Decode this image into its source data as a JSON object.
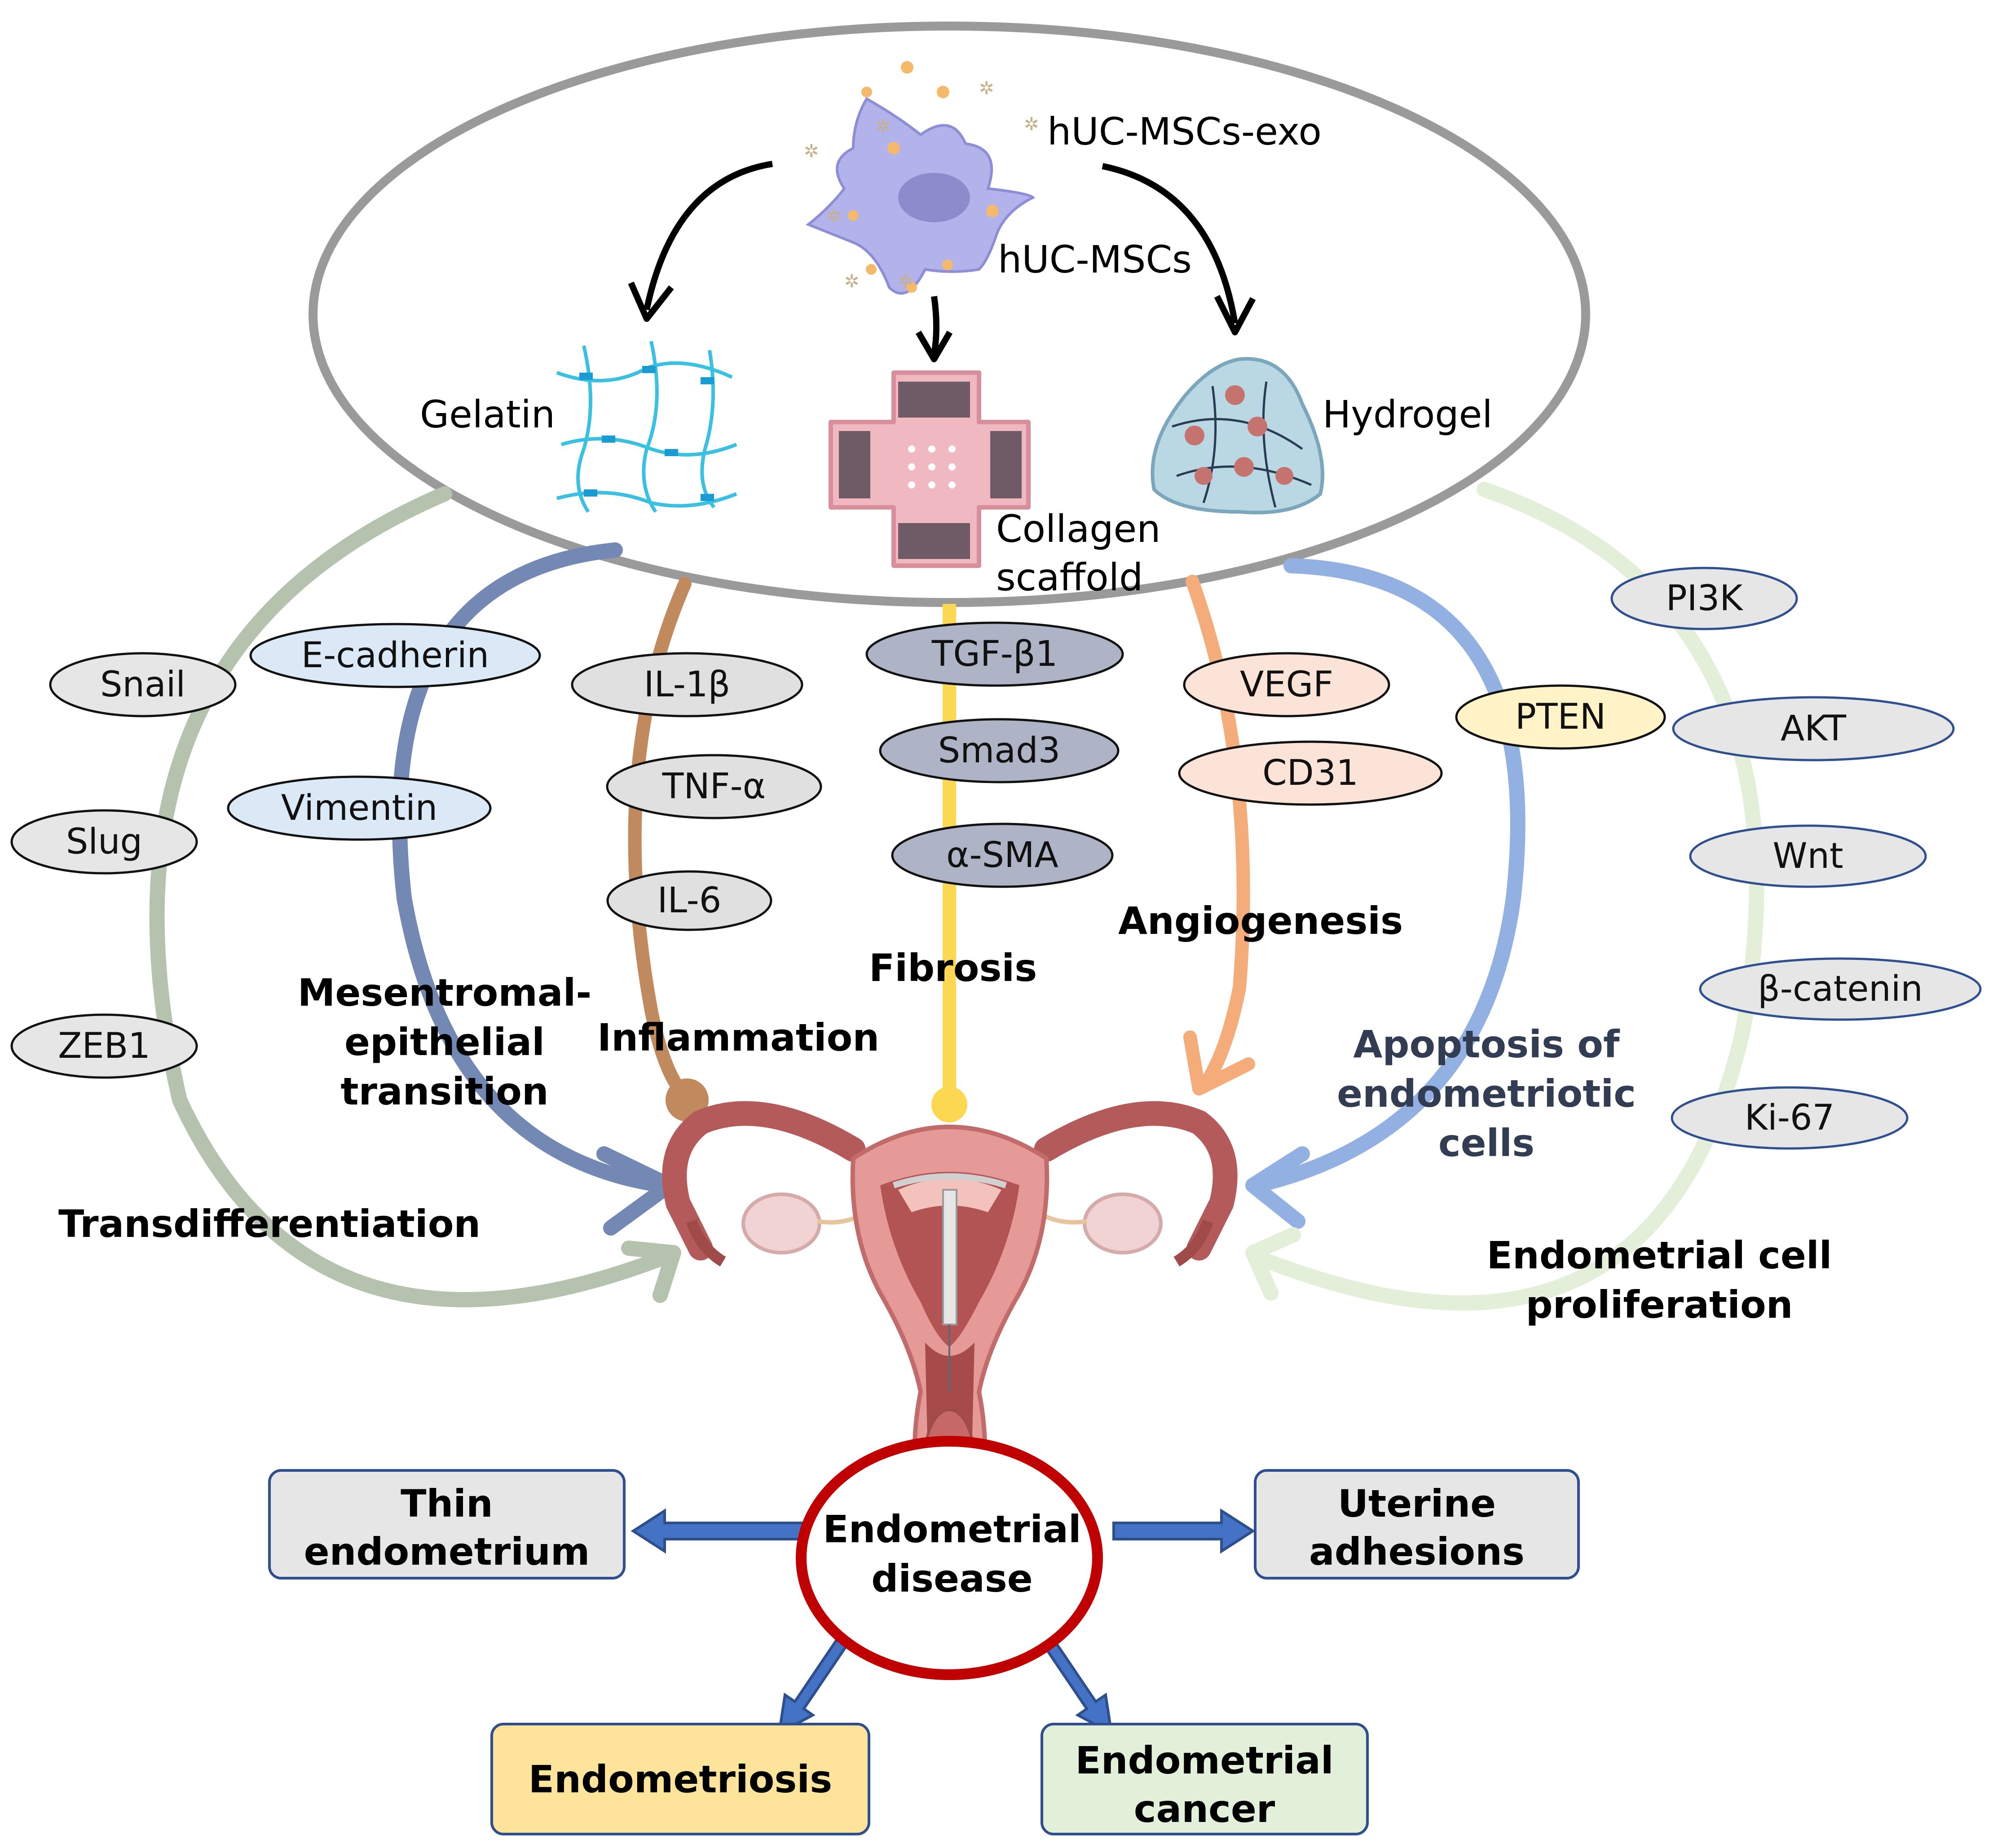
{
  "sources": {
    "exo_label": "hUC-MSCs-exo",
    "msc_label": "hUC-MSCs"
  },
  "materials": {
    "gelatin": "Gelatin",
    "collagen_line1": "Collagen",
    "collagen_line2": "scaffold",
    "hydrogel": "Hydrogel"
  },
  "processes": {
    "transdiff": "Transdifferentiation",
    "met_line1": "Mesentromal-",
    "met_line2": "epithelial",
    "met_line3": "transition",
    "inflammation": "Inflammation",
    "fibrosis": "Fibrosis",
    "angiogenesis": "Angiogenesis",
    "apop_line1": "Apoptosis of",
    "apop_line2": "endometriotic",
    "apop_line3": "cells",
    "prolif_line1": "Endometrial cell",
    "prolif_line2": "proliferation"
  },
  "markers": {
    "snail": "Snail",
    "slug": "Slug",
    "zeb1": "ZEB1",
    "ecadherin": "E-cadherin",
    "vimentin": "Vimentin",
    "il1b": "IL-1β",
    "tnfa": "TNF-α",
    "il6": "IL-6",
    "tgfb1": "TGF-β1",
    "smad3": "Smad3",
    "asma": "α-SMA",
    "vegf": "VEGF",
    "cd31": "CD31",
    "pten": "PTEN",
    "pi3k": "PI3K",
    "akt": "AKT",
    "wnt": "Wnt",
    "bcatenin": "β-catenin",
    "ki67": "Ki-67"
  },
  "disease": {
    "center_line1": "Endometrial",
    "center_line2": "disease",
    "thin_line1": "Thin",
    "thin_line2": "endometrium",
    "adh_line1": "Uterine",
    "adh_line2": "adhesions",
    "endometriosis": "Endometriosis",
    "cancer_line1": "Endometrial",
    "cancer_line2": "cancer"
  },
  "colors": {
    "ellipse_border": "#9a9a9a",
    "transdiff_arc": "#b5c2ae",
    "met_arc": "#7389b3",
    "inflammation_line": "#c08a5e",
    "fibrosis_line": "#fbd752",
    "angiogenesis_arc": "#f3ac7a",
    "apoptosis_arc": "#93b0e2",
    "proliferation_arc": "#e3efd9",
    "disease_ring": "#c00000",
    "disease_arrows": "#4472c4",
    "endometriosis_box": "#fde49a",
    "cancer_box": "#e2efd9",
    "grey_box": "#e7e6e6"
  }
}
